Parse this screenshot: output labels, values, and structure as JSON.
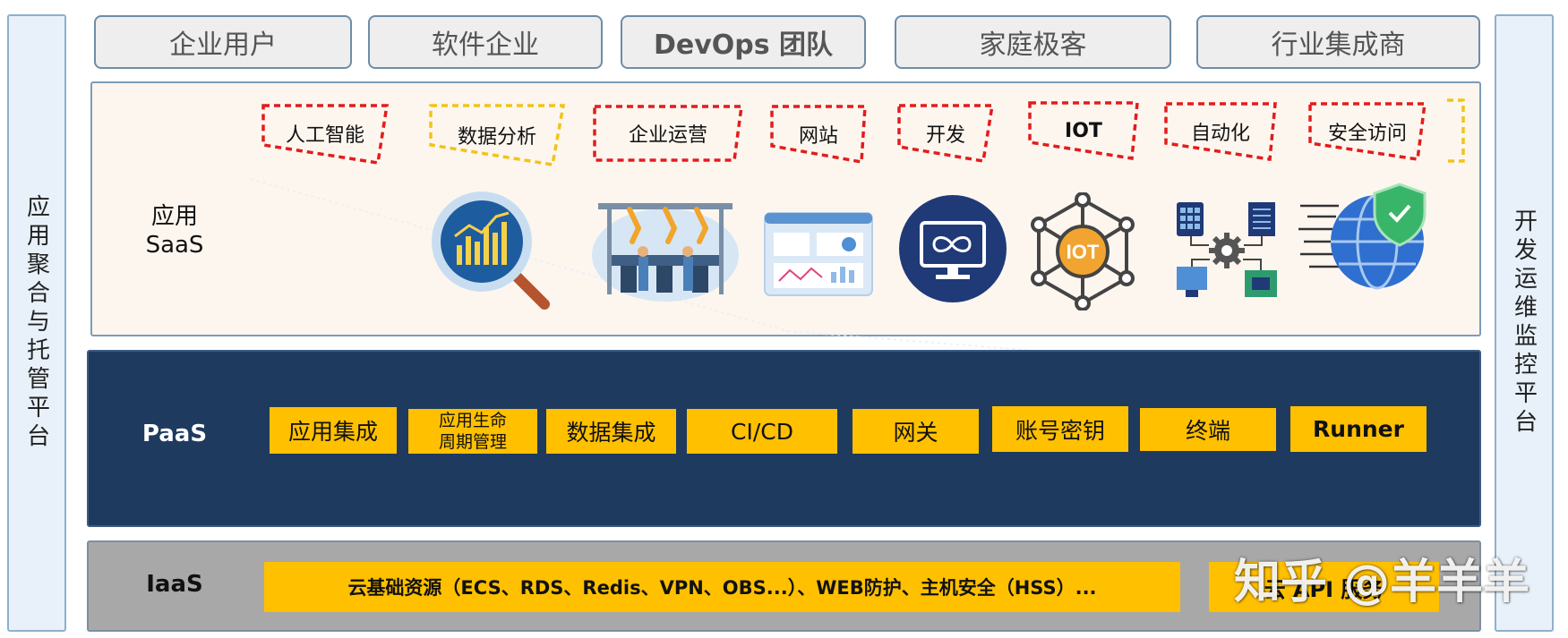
{
  "left_panel": {
    "label": "应用聚合与托管平台"
  },
  "right_panel": {
    "label": "开发运维监控平台"
  },
  "user_types": [
    "企业用户",
    "软件企业",
    "DevOps 团队",
    "家庭极客",
    "行业集成商"
  ],
  "saas": {
    "label_line1": "应用",
    "label_line2": "SaaS",
    "categories": [
      "人工智能",
      "数据分析",
      "企业运营",
      "网站",
      "开发",
      "IOT",
      "自动化",
      "安全访问"
    ],
    "category_border_colors": [
      "#e31c1c",
      "#f0c419",
      "#e31c1c",
      "#e31c1c",
      "#e31c1c",
      "#e31c1c",
      "#e31c1c",
      "#e31c1c"
    ],
    "icons": [
      "data-analysis-magnifier-icon",
      "factory-robot-arms-icon",
      "dashboard-web-icon",
      "devops-monitor-icon",
      "iot-network-icon",
      "automation-devices-icon",
      "secure-globe-shield-icon"
    ],
    "iot_icon_text": "IOT"
  },
  "paas": {
    "label": "PaaS",
    "boxes": [
      "应用集成",
      "应用生命\n周期管理",
      "数据集成",
      "CI/CD",
      "网关",
      "账号密钥",
      "终端",
      "Runner"
    ]
  },
  "iaas": {
    "label": "IaaS",
    "resources": "云基础资源（ECS、RDS、Redis、VPN、OBS...）、WEB防护、主机安全（HSS）...",
    "api_service": "云 API 服务"
  },
  "watermark": "知乎 @羊羊羊",
  "colors": {
    "accent_yellow": "#ffc000",
    "paas_bg": "#1f3a5f",
    "saas_bg": "#fdf6ef",
    "iaas_bg": "#a8a8a8",
    "side_bg": "#e8f1fa"
  }
}
